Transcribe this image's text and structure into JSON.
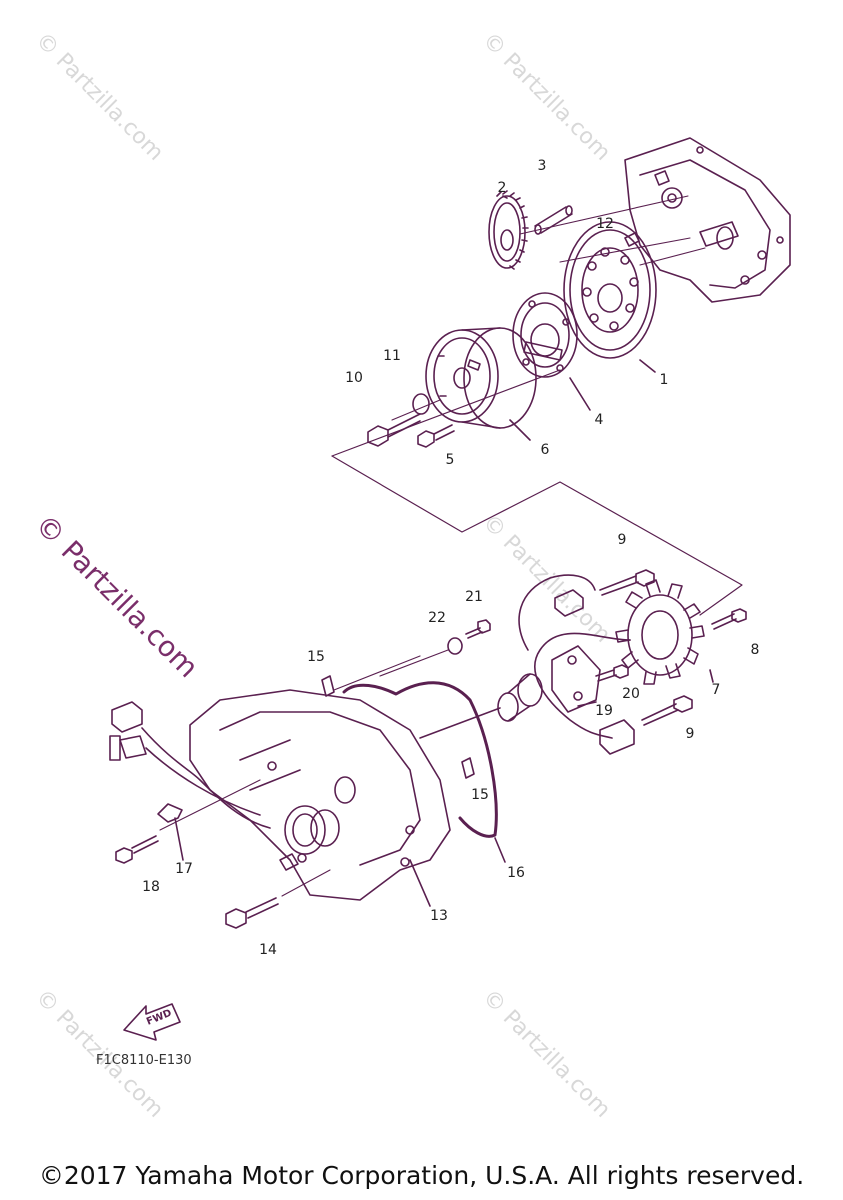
{
  "watermark_text": "© Partzilla.com",
  "diagram_code": "F1C8110-E130",
  "fwd_label": "FWD",
  "copyright": "©2017 Yamaha Motor Corporation, U.S.A. All rights reserved.",
  "colors": {
    "line": "#5a2050",
    "accent": "#7a2e6a",
    "watermark": "#d8d8d8"
  },
  "callouts": {
    "c1": "1",
    "c2": "2",
    "c3": "3",
    "c4": "4",
    "c5": "5",
    "c6": "6",
    "c7": "7",
    "c8": "8",
    "c9a": "9",
    "c9b": "9",
    "c10": "10",
    "c11": "11",
    "c12": "12",
    "c13": "13",
    "c14": "14",
    "c15a": "15",
    "c15b": "15",
    "c16": "16",
    "c17": "17",
    "c18": "18",
    "c19": "19",
    "c20": "20",
    "c21": "21",
    "c22": "22"
  }
}
